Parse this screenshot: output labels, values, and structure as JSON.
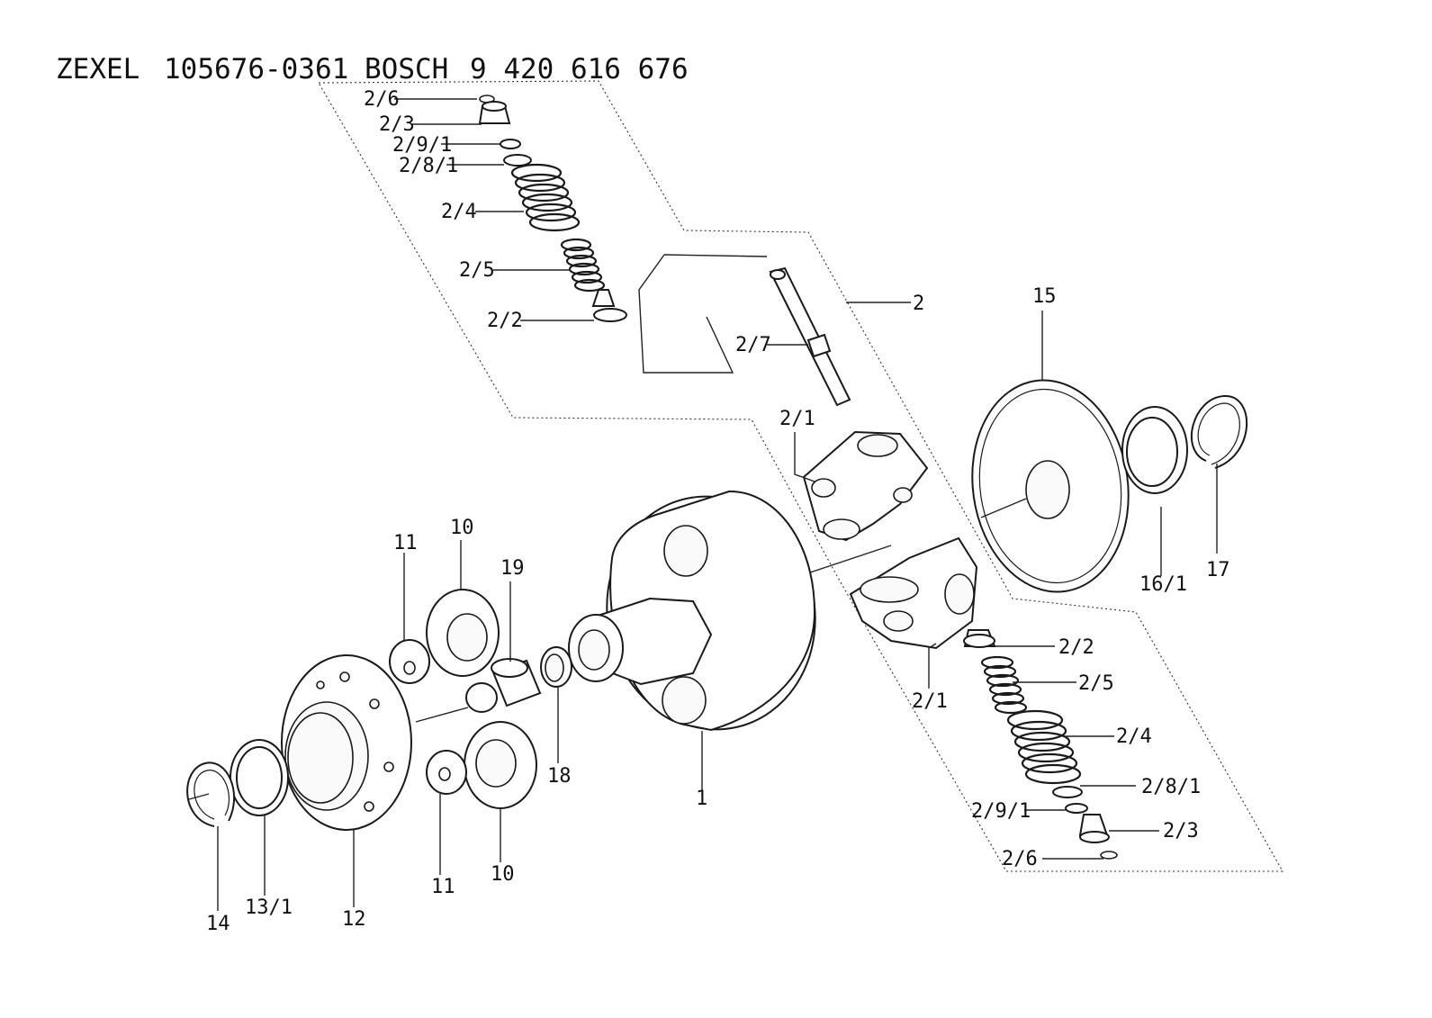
{
  "title": {
    "brand1": "ZEXEL",
    "code1": "105676-0361",
    "brand2": "BOSCH",
    "code2": "9 420 616 676"
  },
  "labels": {
    "top_2_6": "2/6",
    "top_2_3": "2/3",
    "top_2_9_1": "2/9/1",
    "top_2_8_1": "2/8/1",
    "top_2_4": "2/4",
    "top_2_5": "2/5",
    "top_2_2": "2/2",
    "l_2_7": "2/7",
    "l_2": "2",
    "l_2_1_top": "2/1",
    "l_15": "15",
    "l_16_1": "16/1",
    "l_17": "17",
    "bot_2_2": "2/2",
    "bot_2_5": "2/5",
    "l_2_1_bot": "2/1",
    "bot_2_4": "2/4",
    "bot_2_8_1": "2/8/1",
    "bot_2_9_1": "2/9/1",
    "bot_2_3": "2/3",
    "bot_2_6": "2/6",
    "l_1": "1",
    "l_18": "18",
    "l_19": "19",
    "l_10_top": "10",
    "l_11_top": "11",
    "l_10_bot": "10",
    "l_11_bot": "11",
    "l_12": "12",
    "l_13_1": "13/1",
    "l_14": "14"
  }
}
